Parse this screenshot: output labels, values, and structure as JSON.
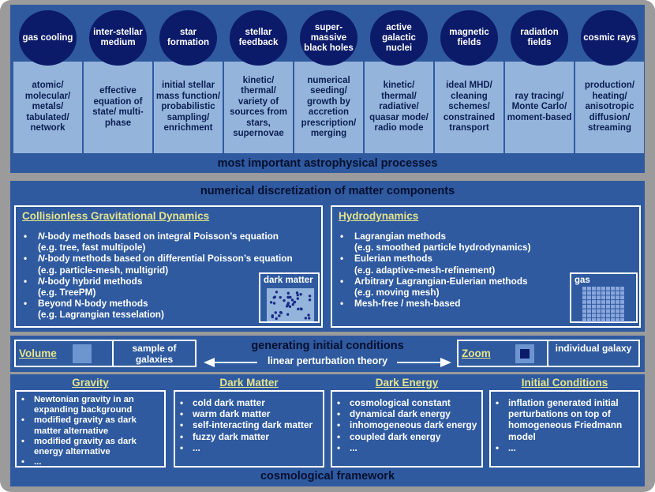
{
  "processes": [
    {
      "circle": "gas cooling",
      "box": "atomic/ molecular/ metals/ tabulated/ network"
    },
    {
      "circle": "inter-stellar medium",
      "box": "effective equation of state/ multi-phase"
    },
    {
      "circle": "star formation",
      "box": "initial stellar mass function/ probabilistic sampling/ enrichment"
    },
    {
      "circle": "stellar feedback",
      "box": "kinetic/ thermal/ variety of sources from stars, supernovae"
    },
    {
      "circle": "super-massive black holes",
      "box": "numerical seeding/ growth by accretion prescription/ merging"
    },
    {
      "circle": "active galactic nuclei",
      "box": "kinetic/ thermal/ radiative/ quasar mode/ radio mode"
    },
    {
      "circle": "magnetic fields",
      "box": "ideal MHD/ cleaning schemes/ constrained transport"
    },
    {
      "circle": "radiation fields",
      "box": "ray tracing/ Monte Carlo/ moment-based"
    },
    {
      "circle": "cosmic rays",
      "box": "production/ heating/ anisotropic diffusion/ streaming"
    }
  ],
  "top_title": "most important astrophysical processes",
  "numerical": {
    "title": "numerical discretization of matter components",
    "collisionless": {
      "title": "Collisionless Gravitational Dynamics",
      "items": [
        {
          "lead": "N",
          "text": "-body methods based on integral Poisson’s equation",
          "sub": "(e.g. tree, fast multipole)"
        },
        {
          "lead": "N",
          "text": "-body methods based on differential Poisson’s equation",
          "sub": "(e.g. particle-mesh, multigrid)"
        },
        {
          "lead": "N",
          "text": "-body hybrid methods",
          "sub": "(e.g. TreePM)"
        },
        {
          "lead": "",
          "text": "Beyond N-body methods",
          "sub": "(e.g. Lagrangian tesselation)"
        }
      ],
      "inset_label": "dark matter"
    },
    "hydro": {
      "title": "Hydrodynamics",
      "items": [
        {
          "text": "Lagrangian methods",
          "sub": "(e.g. smoothed particle hydrodynamics)"
        },
        {
          "text": "Eulerian methods",
          "sub": "(e.g. adaptive-mesh-refinement)"
        },
        {
          "text": "Arbitrary Lagrangian-Eulerian methods",
          "sub": "(e.g. moving mesh)"
        },
        {
          "text": "Mesh-free / mesh-based",
          "sub": ""
        }
      ],
      "inset_label": "gas"
    }
  },
  "initial_conditions": {
    "title": "generating initial conditions",
    "subtitle": "linear perturbation theory",
    "volume": {
      "label": "Volume",
      "desc": "sample of galaxies"
    },
    "zoom": {
      "label": "Zoom",
      "desc": "individual galaxy"
    }
  },
  "cosmology": {
    "title": "cosmological framework",
    "columns": [
      {
        "head": "Gravity",
        "items": [
          "Newtonian gravity in an expanding background",
          "modified gravity as dark matter alternative",
          "modified gravity as dark energy alternative",
          "..."
        ]
      },
      {
        "head": "Dark Matter",
        "items": [
          "cold dark matter",
          "warm dark matter",
          "self-interacting dark matter",
          "fuzzy dark matter",
          "..."
        ]
      },
      {
        "head": "Dark Energy",
        "items": [
          "cosmological constant",
          "dynamical dark energy",
          "inhomogeneous dark energy",
          "coupled dark energy",
          "..."
        ]
      },
      {
        "head": "Initial Conditions",
        "items": [
          "inflation generated initial perturbations on top of homogeneous Friedmann model",
          "..."
        ]
      }
    ]
  },
  "colors": {
    "panel": "#2f5aa0",
    "circle": "#0c1a6a",
    "box": "#94b4dc",
    "heading_yellow": "#e4e48c",
    "frame": "#9b9b9b"
  }
}
